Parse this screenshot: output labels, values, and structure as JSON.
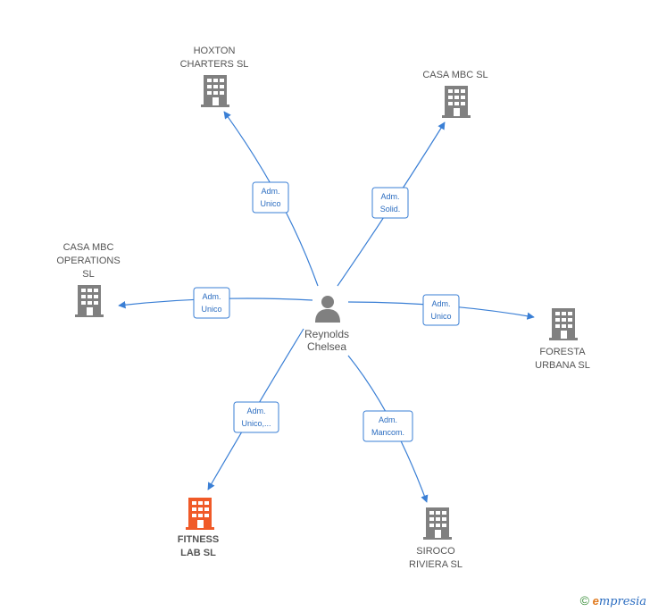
{
  "center": {
    "name_lines": [
      "Reynolds",
      "Chelsea"
    ]
  },
  "companies": [
    {
      "id": "hoxton",
      "name_lines": [
        "HOXTON",
        "CHARTERS  SL"
      ],
      "role_lines": [
        "Adm.",
        "Unico"
      ],
      "highlight": false
    },
    {
      "id": "casambc",
      "name_lines": [
        "CASA MBC  SL"
      ],
      "role_lines": [
        "Adm.",
        "Solid."
      ],
      "highlight": false
    },
    {
      "id": "casambc-ops",
      "name_lines": [
        "CASA MBC",
        "OPERATIONS",
        "SL"
      ],
      "role_lines": [
        "Adm.",
        "Unico"
      ],
      "highlight": false
    },
    {
      "id": "foresta",
      "name_lines": [
        "FORESTA",
        "URBANA  SL"
      ],
      "role_lines": [
        "Adm.",
        "Unico"
      ],
      "highlight": false
    },
    {
      "id": "fitness",
      "name_lines": [
        "FITNESS",
        "LAB  SL"
      ],
      "role_lines": [
        "Adm.",
        "Unico,..."
      ],
      "highlight": true
    },
    {
      "id": "siroco",
      "name_lines": [
        "SIROCO",
        "RIVIERA  SL"
      ],
      "role_lines": [
        "Adm.",
        "Mancom."
      ],
      "highlight": false
    }
  ],
  "colors": {
    "building": "#808080",
    "building_highlight": "#f05a28",
    "edge": "#3a7fd5",
    "person": "#808080"
  },
  "footer": {
    "copyright": "©",
    "brand_initial": "e",
    "brand_rest": "mpresia"
  }
}
